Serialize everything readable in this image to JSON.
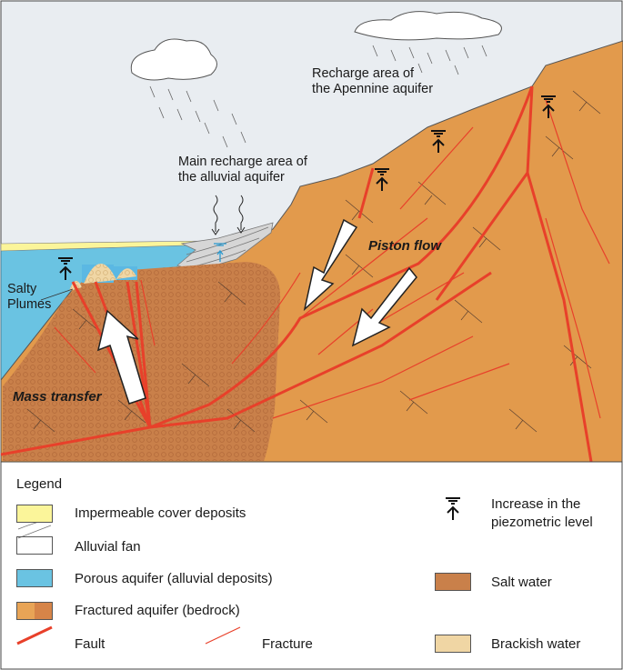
{
  "diagram": {
    "labels": {
      "apennine": [
        "Recharge area of",
        "the Apennine aquifer"
      ],
      "alluvial": [
        "Main recharge area of",
        "the alluvial aquifer"
      ],
      "piston": "Piston flow",
      "salty": [
        "Salty",
        "Plumes"
      ],
      "mass": "Mass transfer"
    },
    "colors": {
      "sky": "#e9edf1",
      "bedrock": "#e29a4c",
      "salt": "#c97d4a",
      "blue": "#6ac3e2",
      "yellow": "#fbf59a",
      "fan": "#d6d6d6",
      "fault": "#e8402a",
      "brackish": "#f0d6a4"
    }
  },
  "legend": {
    "title": "Legend",
    "items": [
      {
        "label": "Impermeable cover deposits",
        "swatch": "yellow"
      },
      {
        "label": "Alluvial fan",
        "swatch": "fan"
      },
      {
        "label": "Porous aquifer (alluvial deposits)",
        "swatch": "blue"
      },
      {
        "label": "Fractured aquifer (bedrock)",
        "swatch": "bedrock"
      },
      {
        "label": "Fault",
        "swatch": "fault"
      },
      {
        "label": "Fracture",
        "swatch": "fracture"
      }
    ],
    "right": [
      {
        "label": [
          "Increase in the",
          "piezometric level"
        ],
        "swatch": "piezometric-symbol"
      },
      {
        "label": "Salt water",
        "swatch": "salt"
      },
      {
        "label": "Brackish water",
        "swatch": "brackish"
      }
    ]
  }
}
